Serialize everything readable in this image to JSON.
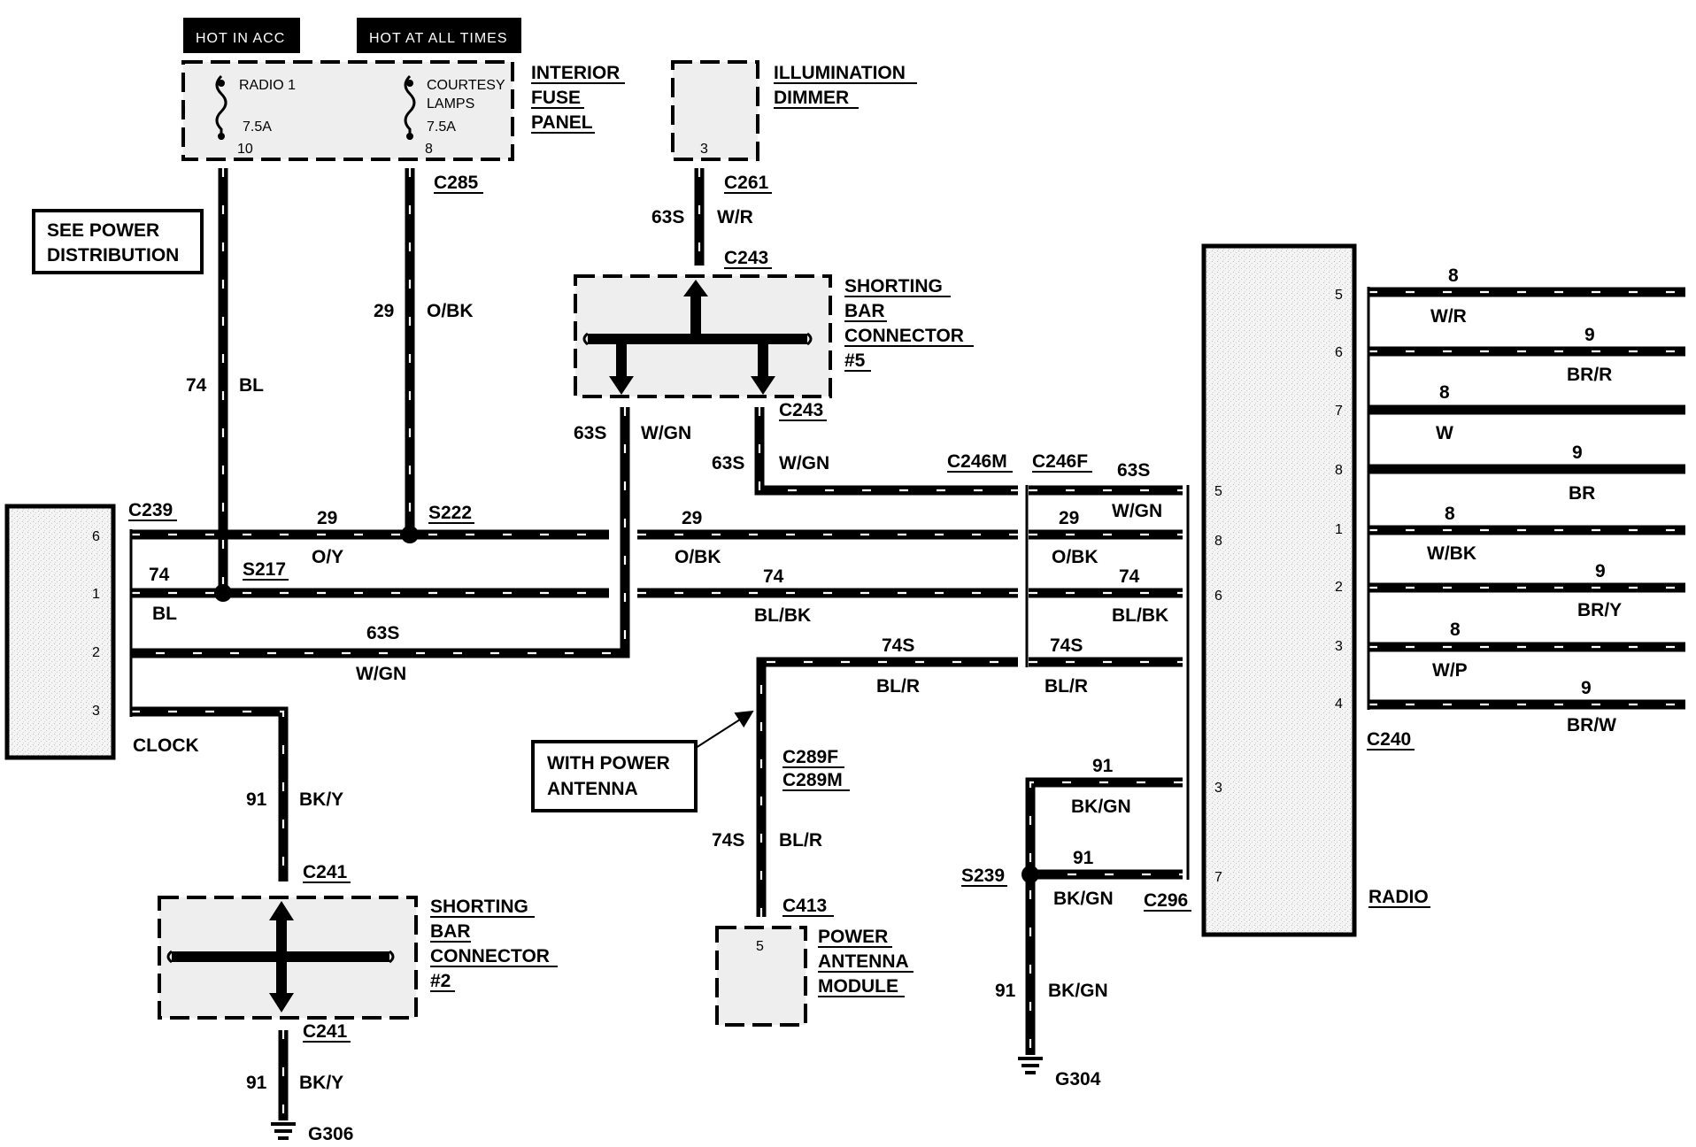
{
  "header_tags": {
    "hot_in_acc": "HOT IN ACC",
    "hot_at_all_times": "HOT AT ALL TIMES"
  },
  "fuse_panel": {
    "label_lines": [
      "INTERIOR",
      "FUSE",
      "PANEL"
    ],
    "fuse_left": {
      "name": "RADIO 1",
      "rating": "7.5A",
      "cavity": "10"
    },
    "fuse_right": {
      "name_lines": [
        "COURTESY",
        "LAMPS"
      ],
      "rating": "7.5A",
      "cavity": "8"
    },
    "connector": "C285"
  },
  "see_power_distribution": [
    "SEE POWER",
    "DISTRIBUTION"
  ],
  "illumination_dimmer": {
    "label_lines": [
      "ILLUMINATION",
      "DIMMER"
    ],
    "pin": "3",
    "connector": "C261"
  },
  "shorting_bar_5": {
    "label_lines": [
      "SHORTING",
      "BAR",
      "CONNECTOR",
      "#5"
    ],
    "connector_top": "C243",
    "connector_bottom": "C243"
  },
  "shorting_bar_2": {
    "label_lines": [
      "SHORTING",
      "BAR",
      "CONNECTOR",
      "#2"
    ],
    "connector_top": "C241",
    "connector_bottom": "C241"
  },
  "clock": {
    "label": "CLOCK",
    "connector": "C239",
    "pins": [
      "6",
      "1",
      "2",
      "3"
    ]
  },
  "splices": {
    "s222": "S222",
    "s217": "S217",
    "s239": "S239"
  },
  "grounds": {
    "g306": "G306",
    "g304": "G304"
  },
  "inline_connectors": {
    "c246m": "C246M",
    "c246f": "C246F",
    "c289f": "C289F",
    "c289m": "C289M",
    "c413": "C413",
    "c296": "C296",
    "c240": "C240"
  },
  "power_antenna_note": [
    "WITH POWER",
    "ANTENNA"
  ],
  "power_antenna_module": {
    "label_lines": [
      "POWER",
      "ANTENNA",
      "MODULE"
    ],
    "pin": "5"
  },
  "radio": {
    "label": "RADIO",
    "left_pins": [
      "5",
      "8",
      "6",
      "3",
      "7"
    ],
    "right_pins": [
      "5",
      "6",
      "7",
      "8",
      "1",
      "2",
      "3",
      "4"
    ]
  },
  "wires": {
    "bl_74": {
      "circuit": "74",
      "color": "BL"
    },
    "obk_29": {
      "circuit": "29",
      "color": "O/BK"
    },
    "wr_63s": {
      "circuit": "63S",
      "color": "W/R"
    },
    "wgn_63s_left": {
      "circuit": "63S",
      "color": "W/GN"
    },
    "wgn_63s_right": {
      "circuit": "63S",
      "color": "W/GN"
    },
    "wgn_63s_radio": {
      "circuit": "63S",
      "color": "W/GN"
    },
    "oy_29": {
      "circuit": "29",
      "color": "O/Y"
    },
    "obk_29_mid": {
      "circuit": "29",
      "color": "O/BK"
    },
    "obk_29_radio": {
      "circuit": "29",
      "color": "O/BK"
    },
    "bl_74_clock": {
      "circuit": "74",
      "color": "BL"
    },
    "blbk_74_mid": {
      "circuit": "74",
      "color": "BL/BK"
    },
    "blbk_74_radio": {
      "circuit": "74",
      "color": "BL/BK"
    },
    "wgn_63s_clock": {
      "circuit": "63S",
      "color": "W/GN"
    },
    "blr_74s_mid": {
      "circuit": "74S",
      "color": "BL/R"
    },
    "blr_74s_radio": {
      "circuit": "74S",
      "color": "BL/R"
    },
    "blr_74s_vert": {
      "circuit": "74S",
      "color": "BL/R"
    },
    "bky_91_top": {
      "circuit": "91",
      "color": "BK/Y"
    },
    "bky_91_bottom": {
      "circuit": "91",
      "color": "BK/Y"
    },
    "bkgn_91_upper": {
      "circuit": "91",
      "color": "BK/GN"
    },
    "bkgn_91_lower": {
      "circuit": "91",
      "color": "BK/GN"
    },
    "bkgn_91_vert": {
      "circuit": "91",
      "color": "BK/GN"
    }
  },
  "speaker_wires": [
    {
      "circuit": "8",
      "color": "W/R"
    },
    {
      "circuit": "9",
      "color": "BR/R"
    },
    {
      "circuit": "8",
      "color": "W"
    },
    {
      "circuit": "9",
      "color": "BR"
    },
    {
      "circuit": "8",
      "color": "W/BK"
    },
    {
      "circuit": "9",
      "color": "BR/Y"
    },
    {
      "circuit": "8",
      "color": "W/P"
    },
    {
      "circuit": "9",
      "color": "BR/W"
    }
  ]
}
